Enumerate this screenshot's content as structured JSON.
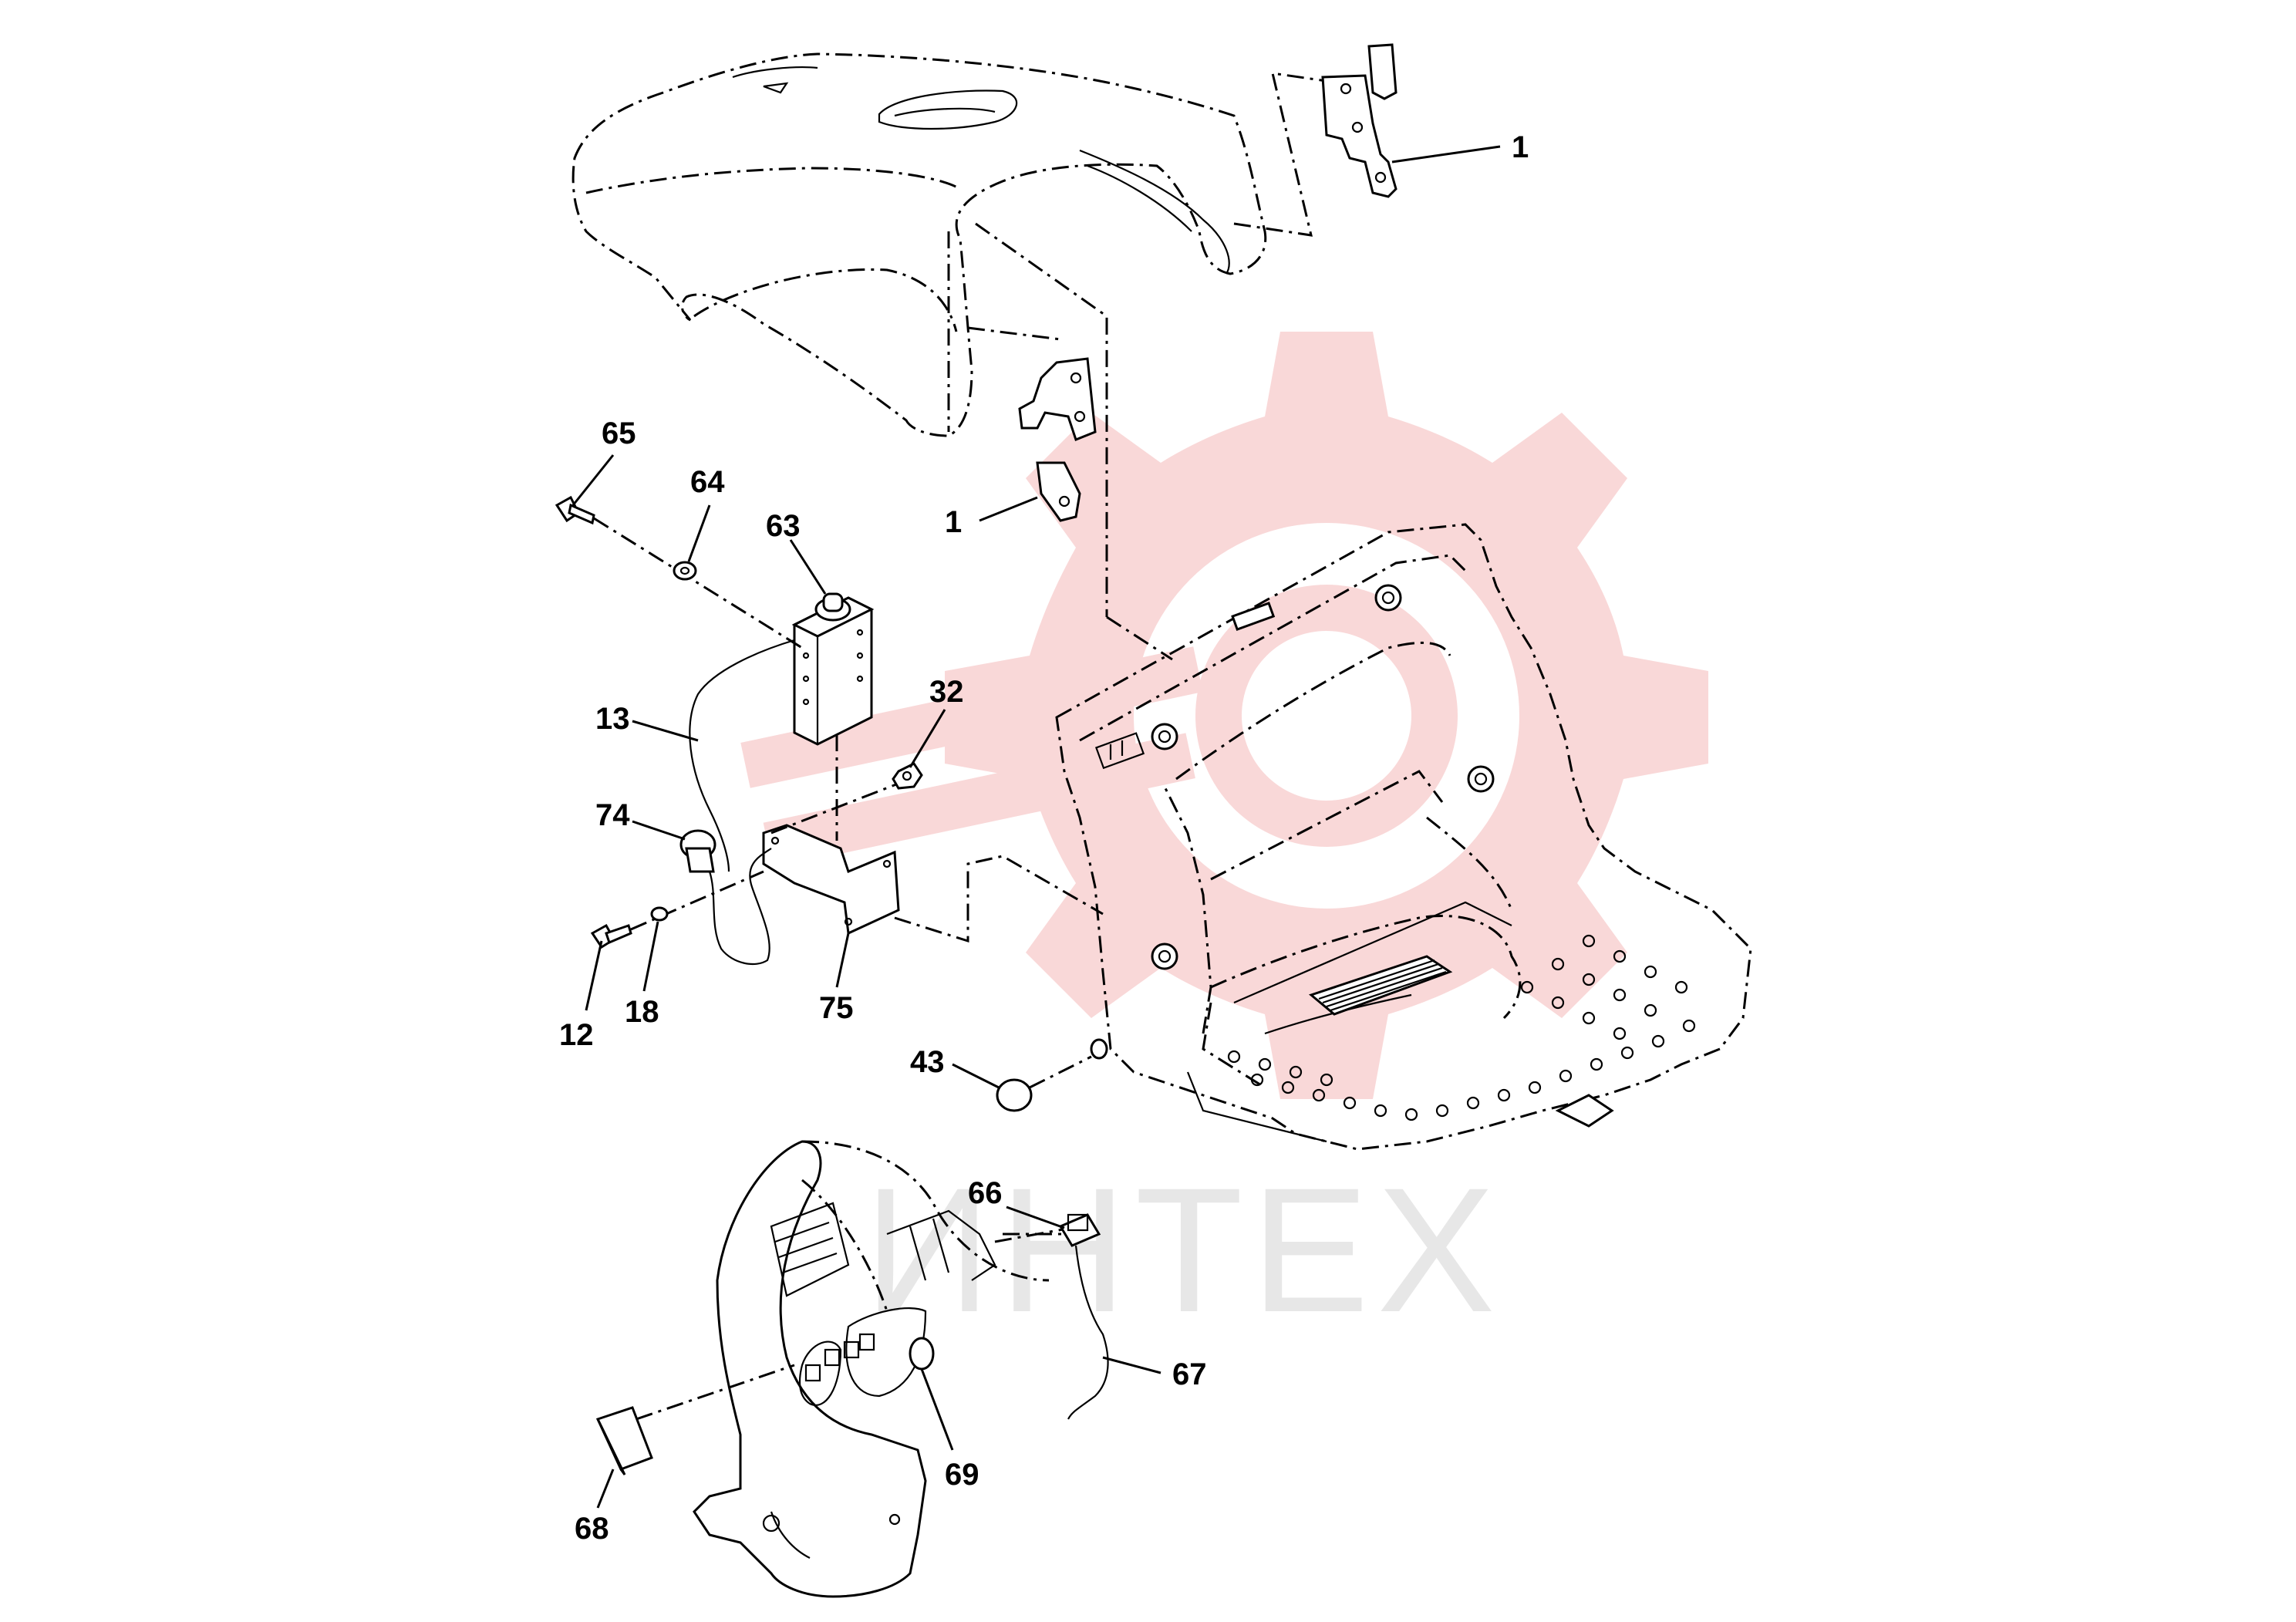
{
  "watermark": {
    "text": "ИНТЕХ",
    "gear_color": "#f4b8b8"
  },
  "callouts": [
    {
      "id": "1",
      "label": "1"
    },
    {
      "id": "1b",
      "label": "1"
    },
    {
      "id": "65",
      "label": "65"
    },
    {
      "id": "64",
      "label": "64"
    },
    {
      "id": "63",
      "label": "63"
    },
    {
      "id": "13",
      "label": "13"
    },
    {
      "id": "32",
      "label": "32"
    },
    {
      "id": "74",
      "label": "74"
    },
    {
      "id": "12",
      "label": "12"
    },
    {
      "id": "18",
      "label": "18"
    },
    {
      "id": "75",
      "label": "75"
    },
    {
      "id": "43",
      "label": "43"
    },
    {
      "id": "66",
      "label": "66"
    },
    {
      "id": "67",
      "label": "67"
    },
    {
      "id": "68",
      "label": "68"
    },
    {
      "id": "69",
      "label": "69"
    }
  ]
}
